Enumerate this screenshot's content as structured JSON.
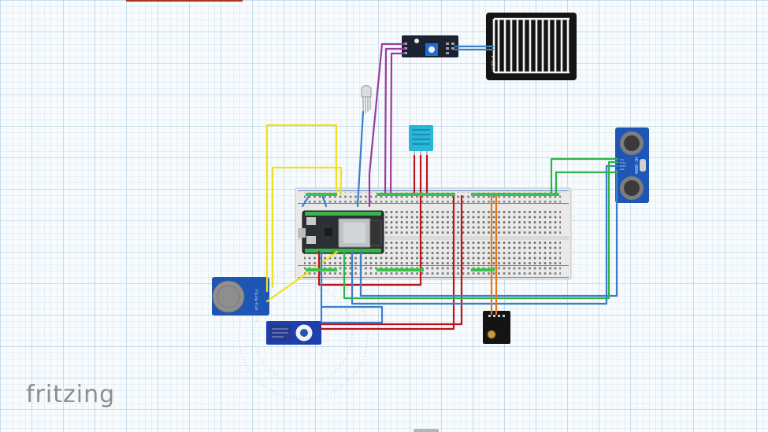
{
  "app": {
    "logo_text": "fritzing"
  },
  "palette": {
    "wire_yellow": "#f0e020",
    "wire_red": "#c0121a",
    "wire_blue": "#3b7ec8",
    "wire_green": "#2eb34a",
    "wire_purple": "#9a3aa0",
    "wire_orange": "#e07a22",
    "module_blue": "#1d56b4",
    "breadboard": "#e9e9e9",
    "esp32_board": "#2c2f33"
  },
  "components": {
    "breadboard": {
      "name": "breadboard"
    },
    "esp32": {
      "name": "esp32-dev-board"
    },
    "rain_sensor_plate": {
      "name": "rain-sensor-plate",
      "label": "v-ΣΣΤ"
    },
    "rain_sensor_module": {
      "name": "rain-sensor-module"
    },
    "rgb_led": {
      "name": "rgb-led"
    },
    "dht11": {
      "name": "dht11-sensor"
    },
    "ultrasonic": {
      "name": "hc-sr04",
      "label": "HC-SR04",
      "pins": [
        "Vcc",
        "Trig",
        "Echo",
        "Gnd"
      ]
    },
    "gas_sensor": {
      "name": "gas-sensor-module",
      "label": "Flying-Fish"
    },
    "servo": {
      "name": "servo-motor"
    },
    "joystick": {
      "name": "joystick-module"
    }
  }
}
